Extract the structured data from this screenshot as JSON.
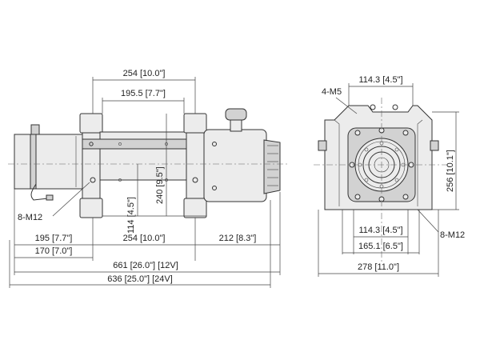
{
  "side_view": {
    "dim_top_outer": "254 [10.0\"]",
    "dim_top_inner": "195.5 [7.7\"]",
    "dim_vertical_240": "240 [9.5\"]",
    "dim_vertical_114": "114 [4.5\"]",
    "bolt_label": "8-M12",
    "dim_bottom_a": "195 [7.7\"]",
    "dim_bottom_b": "254 [10.0\"]",
    "dim_bottom_c": "212 [8.3\"]",
    "dim_bottom_d": "170 [7.0\"]",
    "dim_total_12v": "661 [26.0\"] [12V]",
    "dim_total_24v": "636 [25.0\"] [24V]"
  },
  "end_view": {
    "dim_top": "114.3 [4.5\"]",
    "screw_label": "4-M5",
    "dim_height": "256 [10.1\"]",
    "dim_bolt_1": "114.3 [4.5\"]",
    "dim_bolt_2": "165.1 [6.5\"]",
    "bolt_label": "8-M12",
    "dim_width": "278 [11.0\"]"
  }
}
